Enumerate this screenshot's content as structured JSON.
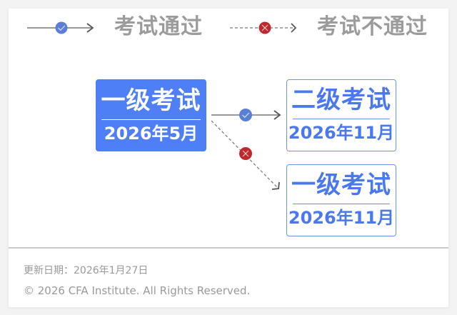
{
  "legend": {
    "pass": {
      "label": "考试通过",
      "icon": "check-circle-icon",
      "color": "#5b7fd6",
      "line": "solid"
    },
    "fail": {
      "label": "考试不通过",
      "icon": "x-circle-icon",
      "color": "#c0282e",
      "line": "dashed"
    }
  },
  "diagram": {
    "start": {
      "title": "一级考试",
      "date": "2026年5月",
      "style": "filled",
      "color": "#4f7ff5"
    },
    "on_pass": {
      "title": "二级考试",
      "date": "2026年11月",
      "style": "outline",
      "color": "#4a78f0"
    },
    "on_fail": {
      "title": "一级考试",
      "date": "2026年11月",
      "style": "outline",
      "color": "#4a78f0"
    }
  },
  "footer": {
    "updated": "更新日期：2026年1月27日",
    "copyright": "© 2026 CFA Institute. All Rights Reserved."
  }
}
